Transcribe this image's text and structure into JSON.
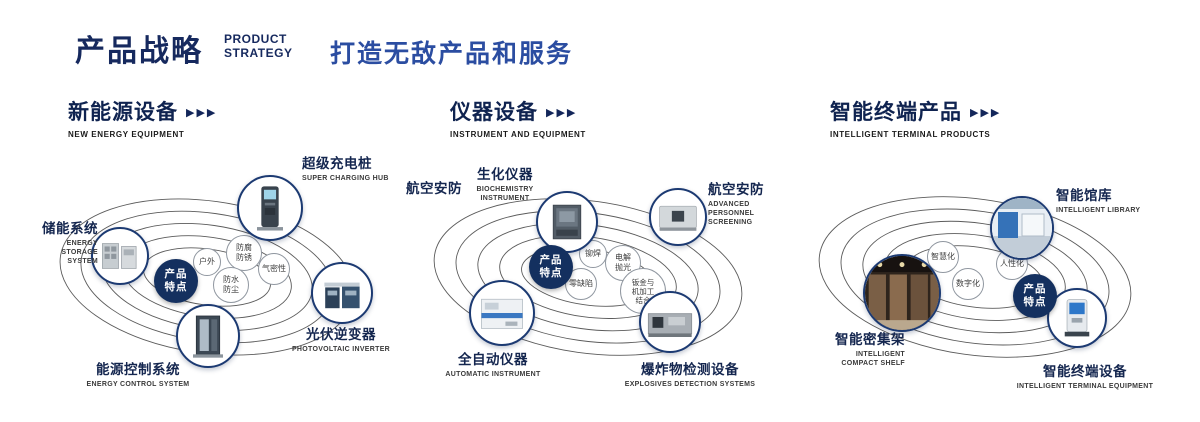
{
  "header": {
    "title_zh": "产品战略",
    "title_en_line1": "PRODUCT",
    "title_en_line2": "STRATEGY",
    "slogan": "打造无敌产品和服务"
  },
  "arrow_icon": "▶▶▶",
  "badge": {
    "line1": "产品",
    "line2": "特点"
  },
  "colors": {
    "primary_navy": "#16305f",
    "accent_blue": "#2b4da1",
    "ring_gray": "#3f3f3f"
  },
  "sections": [
    {
      "title": "新能源设备",
      "subtitle": "NEW ENERGY EQUIPMENT",
      "products": [
        {
          "zh": "储能系统",
          "en": "ENERGY STORAGE SYSTEM"
        },
        {
          "zh": "超级充电桩",
          "en": "SUPER CHARGING HUB"
        },
        {
          "zh": "光伏逆变器",
          "en": "PHOTOVOLTAIC INVERTER"
        },
        {
          "zh": "能源控制系统",
          "en": "ENERGY CONTROL SYSTEM"
        }
      ],
      "features": [
        "户外",
        "防腐防锈",
        "气密性",
        "防水防尘"
      ]
    },
    {
      "title": "仪器设备",
      "subtitle": "INSTRUMENT AND EQUIPMENT",
      "side_label": "航空安防",
      "products": [
        {
          "zh": "生化仪器",
          "en": "BIOCHEMISTRY INSTRUMENT"
        },
        {
          "zh": "航空安防",
          "en": "ADVANCED PERSONNEL SCREENING"
        },
        {
          "zh": "全自动仪器",
          "en": "AUTOMATIC INSTRUMENT"
        },
        {
          "zh": "爆炸物检测设备",
          "en": "EXPLOSIVES DETECTION SYSTEMS"
        }
      ],
      "features": [
        "铆焊",
        "电解抛光",
        "零缺陷",
        "钣金与机加工结合"
      ]
    },
    {
      "title": "智能终端产品",
      "subtitle": "INTELLIGENT TERMINAL PRODUCTS",
      "products": [
        {
          "zh": "智能馆库",
          "en": "INTELLIGENT LIBRARY"
        },
        {
          "zh": "智能密集架",
          "en": "INTELLIGENT COMPACT SHELF"
        },
        {
          "zh": "智能终端设备",
          "en": "INTELLIGENT TERMINAL EQUIPMENT"
        }
      ],
      "features": [
        "智慧化",
        "人性化",
        "数字化"
      ]
    }
  ]
}
